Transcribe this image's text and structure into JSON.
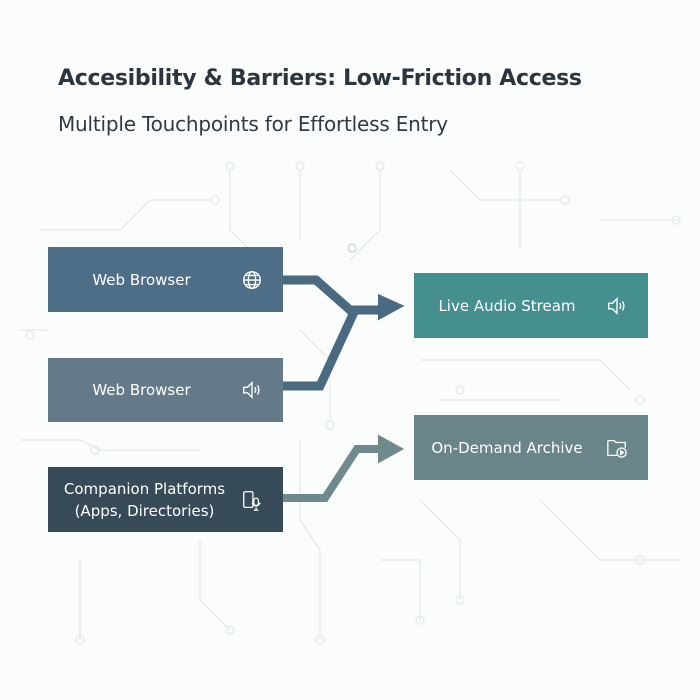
{
  "header": {
    "title": "Accesibility & Barriers: Low-Friction Access",
    "subtitle": "Multiple Touchpoints for Effortless Entry"
  },
  "sources": [
    {
      "label": "Web Browser",
      "icon": "globe-icon",
      "color": "#4e6e88"
    },
    {
      "label": "Web Browser",
      "icon": "speaker-icon",
      "color": "#647a89"
    },
    {
      "label_line1": "Companion Platforms",
      "label_line2": "(Apps, Directories)",
      "icon": "phone-mic-icon",
      "color": "#364a58"
    }
  ],
  "destinations": [
    {
      "label": "Live Audio Stream",
      "icon": "speaker-icon",
      "color": "#45908f"
    },
    {
      "label": "On-Demand Archive",
      "icon": "folder-play-icon",
      "color": "#6a858a"
    }
  ]
}
